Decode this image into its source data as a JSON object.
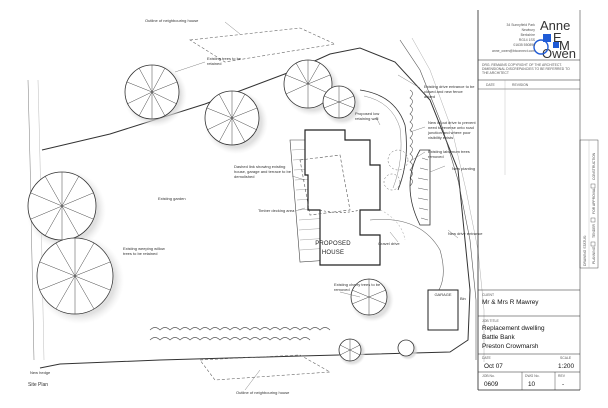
{
  "drawing": {
    "title": "Site Plan",
    "labels": {
      "neighbour_top": "Outline of neighbouring house",
      "neighbour_bottom": "Outline of neighbouring house",
      "trees_retained": "Existing trees to be retained",
      "drive_closed": "Existing drive entrance to be closed and new fence added",
      "retaining_wall": "Proposed low retaining wall",
      "new_drive": "New in/out drive to prevent need to reverse onto road junction and where poor visibility exists",
      "laburnum": "Existing laburnum trees removed",
      "new_planting": "New planting",
      "dashed_link": "Dashed link showing existing house, garage and terrace to be demolished",
      "decking": "Timber decking area",
      "garden": "Existing garden",
      "willow": "Existing weeping willow trees to be retained",
      "gravel": "Gravel drive",
      "new_entrance": "New drive entrance",
      "cherry": "Existing cherry trees to be removed",
      "garage": "GARAGE",
      "bin": "Bin",
      "house_line1": "PROPOSED",
      "house_line2": "HOUSE",
      "hedge": "New hedge"
    }
  },
  "title_block": {
    "brand": {
      "w1": "Anne",
      "w2": "E",
      "w3": "M",
      "w4": "Owen"
    },
    "address": [
      "34 Sunnyfield Park",
      "Newbury",
      "Berkshire",
      "RG14 1SS",
      "01635 550896",
      "anne_owen@btconnect.com"
    ],
    "copyright": "DRG. REMAINS COPYRIGHT OF THE ARCHITECT. DIMENSIONAL DISCREPANCIES TO BE REFERRED TO THE ARCHITECT",
    "rev_headers": {
      "date": "DATE",
      "revision": "REVISION"
    },
    "status_items": [
      "CONSTRUCTION",
      "FOR APPROVAL",
      "TENDER",
      "PLANNING"
    ],
    "drawing_status_label": "DRAWING STATUS:",
    "client_label": "CLIENT",
    "client": "Mr & Mrs R Mawrey",
    "job_title_label": "JOB TITLE",
    "job_title": [
      "Replacement dwelling",
      "Battle Bank",
      "Preston Crowmarsh"
    ],
    "date_label": "DATE",
    "date": "Oct 07",
    "scale_label": "SCALE",
    "scale": "1:200",
    "job_no_label": "JOB No.",
    "job_no": "0609",
    "dwg_no_label": "DWG No.",
    "dwg_no": "10",
    "rev_label": "REV",
    "rev": "-"
  }
}
